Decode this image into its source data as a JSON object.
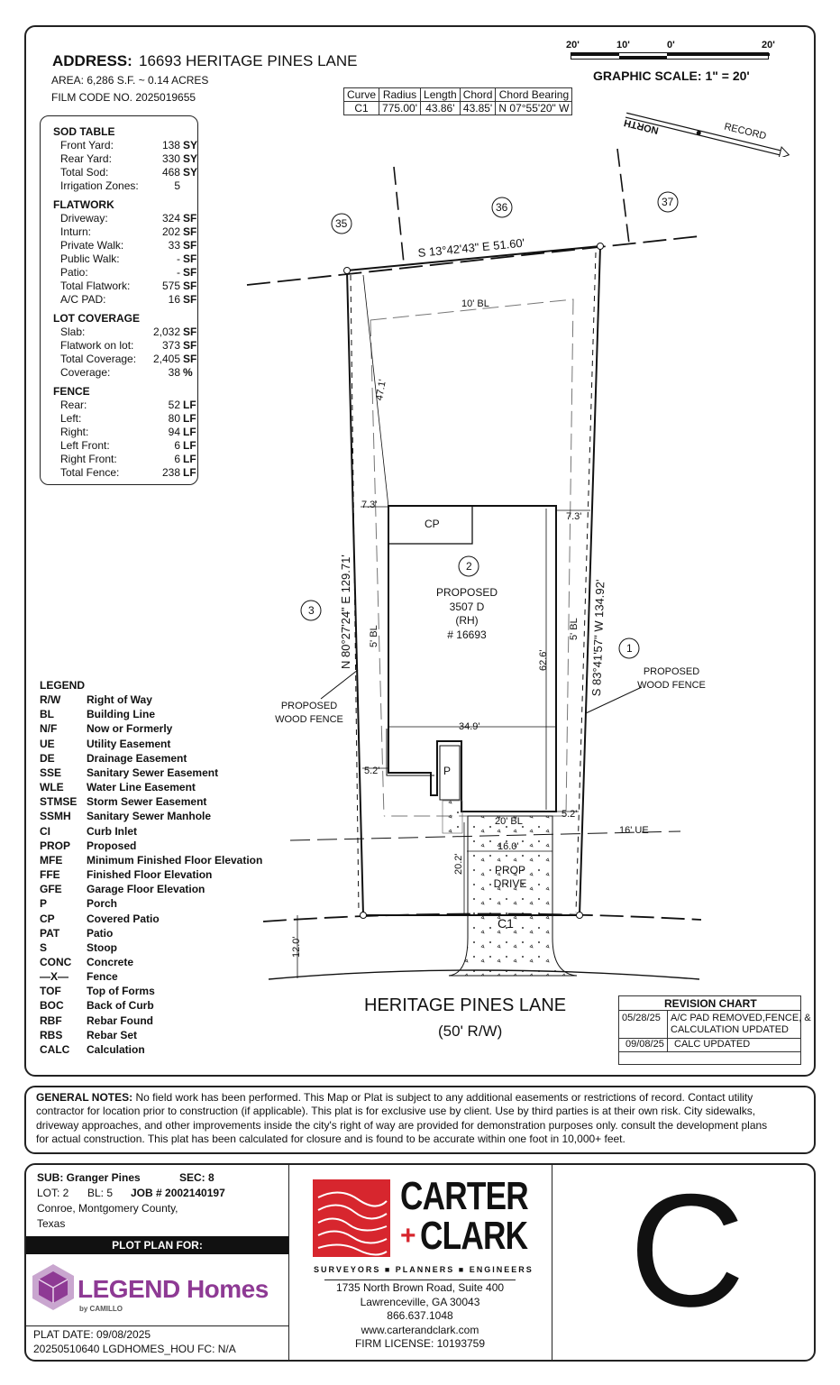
{
  "header": {
    "address_label": "ADDRESS:",
    "address": "16693 HERITAGE PINES LANE",
    "area": "AREA: 6,286 S.F. ~ 0.14 ACRES",
    "film_code": "FILM CODE NO. 2025019655"
  },
  "scale": {
    "ticks": [
      "20'",
      "10'",
      "0'",
      "20'"
    ],
    "label": "GRAPHIC SCALE: 1\" = 20'"
  },
  "curve_table": {
    "headers": [
      "Curve",
      "Radius",
      "Length",
      "Chord",
      "Chord Bearing"
    ],
    "row": [
      "C1",
      "775.00'",
      "43.86'",
      "43.85'",
      "N 07°55'20\" W"
    ]
  },
  "north": {
    "north": "NORTH",
    "record": "RECORD"
  },
  "tables": {
    "sod": {
      "title": "SOD TABLE",
      "rows": [
        {
          "k": "Front Yard:",
          "v": "138",
          "u": "SY"
        },
        {
          "k": "Rear Yard:",
          "v": "330",
          "u": "SY"
        },
        {
          "k": "Total Sod:",
          "v": "468",
          "u": "SY"
        },
        {
          "k": "Irrigation Zones:",
          "v": "5",
          "u": ""
        }
      ]
    },
    "flatwork": {
      "title": "FLATWORK",
      "rows": [
        {
          "k": "Driveway:",
          "v": "324",
          "u": "SF"
        },
        {
          "k": "Inturn:",
          "v": "202",
          "u": "SF"
        },
        {
          "k": "Private Walk:",
          "v": "33",
          "u": "SF"
        },
        {
          "k": "Public Walk:",
          "v": "-",
          "u": "SF"
        },
        {
          "k": "Patio:",
          "v": "-",
          "u": "SF"
        },
        {
          "k": "Total Flatwork:",
          "v": "575",
          "u": "SF"
        },
        {
          "k": "A/C PAD:",
          "v": "16",
          "u": "SF"
        }
      ]
    },
    "coverage": {
      "title": "LOT COVERAGE",
      "rows": [
        {
          "k": "Slab:",
          "v": "2,032",
          "u": "SF"
        },
        {
          "k": "Flatwork on lot:",
          "v": "373",
          "u": "SF"
        },
        {
          "k": "Total Coverage:",
          "v": "2,405",
          "u": "SF"
        },
        {
          "k": "Coverage:",
          "v": "38",
          "u": "%"
        }
      ]
    },
    "fence": {
      "title": "FENCE",
      "rows": [
        {
          "k": "Rear:",
          "v": "52",
          "u": "LF"
        },
        {
          "k": "Left:",
          "v": "80",
          "u": "LF"
        },
        {
          "k": "Right:",
          "v": "94",
          "u": "LF"
        },
        {
          "k": "Left Front:",
          "v": "6",
          "u": "LF"
        },
        {
          "k": "Right Front:",
          "v": "6",
          "u": "LF"
        },
        {
          "k": "Total Fence:",
          "v": "238",
          "u": "LF"
        }
      ]
    }
  },
  "plat": {
    "rear_bearing": "S 13°42'43\" E  51.60'",
    "left_bearing": "N 80°27'24\" E  129.71'",
    "right_bearing": "S 83°41'57\" W  134.92'",
    "bl_10": "10' BL",
    "bl_5_left": "5' BL",
    "bl_5_right": "5' BL",
    "bl_20": "20' BL",
    "ue_16": "16' UE",
    "dim_47": "47.1'",
    "dim_73_left": "7.3'",
    "dim_73_right": "7.3'",
    "dim_626": "62.6'",
    "dim_349": "34.9'",
    "dim_52_left": "5.2'",
    "dim_52_right": "5.2'",
    "dim_160": "16.0'",
    "dim_202": "20.2'",
    "dim_120": "12.0'",
    "cp": "CP",
    "p": "P",
    "house": [
      "PROPOSED",
      "3507 D",
      "(RH)",
      "# 16693"
    ],
    "drive": [
      "PROP",
      "DRIVE"
    ],
    "c1": "C1",
    "fence_left": [
      "PROPOSED",
      "WOOD FENCE"
    ],
    "fence_right": [
      "PROPOSED",
      "WOOD FENCE"
    ],
    "lots": {
      "l35": "35",
      "l36": "36",
      "l37": "37",
      "l3": "3",
      "l2": "2",
      "l1": "1"
    },
    "street": "HERITAGE PINES LANE",
    "row": "(50' R/W)"
  },
  "legend": {
    "title": "LEGEND",
    "items": [
      {
        "a": "R/W",
        "d": "Right of Way"
      },
      {
        "a": "BL",
        "d": "Building Line"
      },
      {
        "a": "N/F",
        "d": "Now or Formerly"
      },
      {
        "a": "UE",
        "d": "Utility Easement"
      },
      {
        "a": "DE",
        "d": "Drainage Easement"
      },
      {
        "a": "SSE",
        "d": "Sanitary Sewer Easement"
      },
      {
        "a": "WLE",
        "d": "Water Line Easement"
      },
      {
        "a": "STMSE",
        "d": "Storm Sewer Easement"
      },
      {
        "a": "SSMH",
        "d": "Sanitary Sewer Manhole"
      },
      {
        "a": "CI",
        "d": "Curb Inlet"
      },
      {
        "a": "PROP",
        "d": "Proposed"
      },
      {
        "a": "MFE",
        "d": "Minimum Finished Floor Elevation"
      },
      {
        "a": "FFE",
        "d": "Finished Floor Elevation"
      },
      {
        "a": "GFE",
        "d": "Garage Floor Elevation"
      },
      {
        "a": "P",
        "d": "Porch"
      },
      {
        "a": "CP",
        "d": "Covered Patio"
      },
      {
        "a": "PAT",
        "d": "Patio"
      },
      {
        "a": "S",
        "d": "Stoop"
      },
      {
        "a": "CONC",
        "d": "Concrete"
      },
      {
        "a": "—X—",
        "d": "Fence"
      },
      {
        "a": "TOF",
        "d": "Top of Forms"
      },
      {
        "a": "BOC",
        "d": "Back of Curb"
      },
      {
        "a": "RBF",
        "d": "Rebar Found"
      },
      {
        "a": "RBS",
        "d": "Rebar Set"
      },
      {
        "a": "CALC",
        "d": "Calculation"
      }
    ]
  },
  "revision": {
    "title": "REVISION CHART",
    "rows": [
      {
        "date": "05/28/25",
        "desc1": "A/C PAD REMOVED,FENCE, &",
        "desc2": "CALCULATION UPDATED"
      },
      {
        "date": "09/08/25",
        "desc1": "CALC UPDATED",
        "desc2": ""
      }
    ]
  },
  "notes": {
    "label": "GENERAL NOTES:",
    "l1": "No field work has been performed. This Map or Plat is subject to any additional easements or restrictions of record. Contact utility",
    "l2": "contractor for location prior to construction (if applicable). This plat is for exclusive use by client. Use by third parties is at their own risk. City sidewalks,",
    "l3": "driveway approaches, and other improvements inside the city's right of way are provided for demonstration purposes only. consult the development plans",
    "l4": "for actual construction. This plat has been calculated for closure and is found to be accurate within one foot in 10,000+ feet."
  },
  "footer": {
    "sub": "SUB: Granger Pines",
    "sec": "SEC: 8",
    "lot": "LOT: 2",
    "bl": "BL: 5",
    "job": "JOB # 2002140197",
    "loc1": "Conroe, Montgomery County,",
    "loc2": "Texas",
    "plot_for": "PLOT PLAN FOR:",
    "legend_logo": "LEGEND Homes",
    "legend_sub": "by CAMILLO",
    "plat_date": "PLAT DATE:  09/08/2025",
    "code": "20250510640  LGDHOMES_HOU  FC: N/A",
    "carter": "CARTER",
    "clark": "CLARK",
    "plus": "+",
    "tagline": "SURVEYORS ■ PLANNERS ■ ENGINEERS",
    "addr1": "1735 North Brown Road, Suite 400",
    "addr2": "Lawrenceville, GA 30043",
    "phone": "866.637.1048",
    "web": "www.carterandclark.com",
    "license": "FIRM LICENSE: 10193759",
    "grade": "C"
  }
}
